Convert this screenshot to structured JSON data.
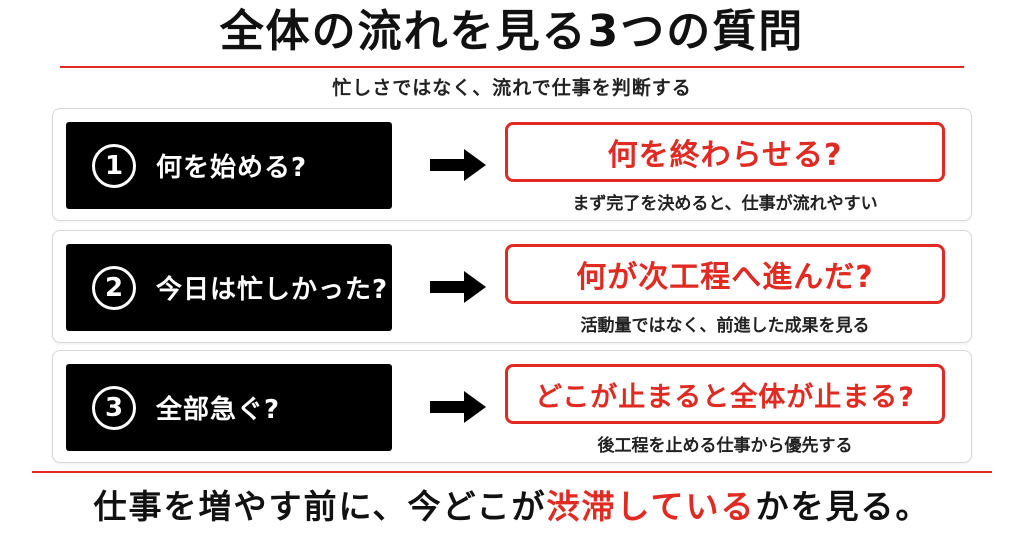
{
  "title": "全体の流れを見る3つの質問",
  "subtitle": "忙しさではなく、流れで仕事を判断する",
  "rows": [
    {
      "number": "1",
      "question": "何を始める?",
      "answer": "何を終わらせる?",
      "note": "まず完了を決めると、仕事が流れやすい"
    },
    {
      "number": "2",
      "question": "今日は忙しかった?",
      "answer": "何が次工程へ進んだ?",
      "note": "活動量ではなく、前進した成果を見る"
    },
    {
      "number": "3",
      "question": "全部急ぐ?",
      "answer": "どこが止まると全体が止まる?",
      "note": "後工程を止める仕事から優先する"
    }
  ],
  "footer": {
    "before": "仕事を増やす前に、今どこが",
    "highlight": "渋滞している",
    "after": "かを見る。"
  },
  "icons": {
    "arrow": "right-arrow-icon"
  },
  "colors": {
    "accent": "#e02a22",
    "box": "#000000",
    "text": "#111111"
  }
}
